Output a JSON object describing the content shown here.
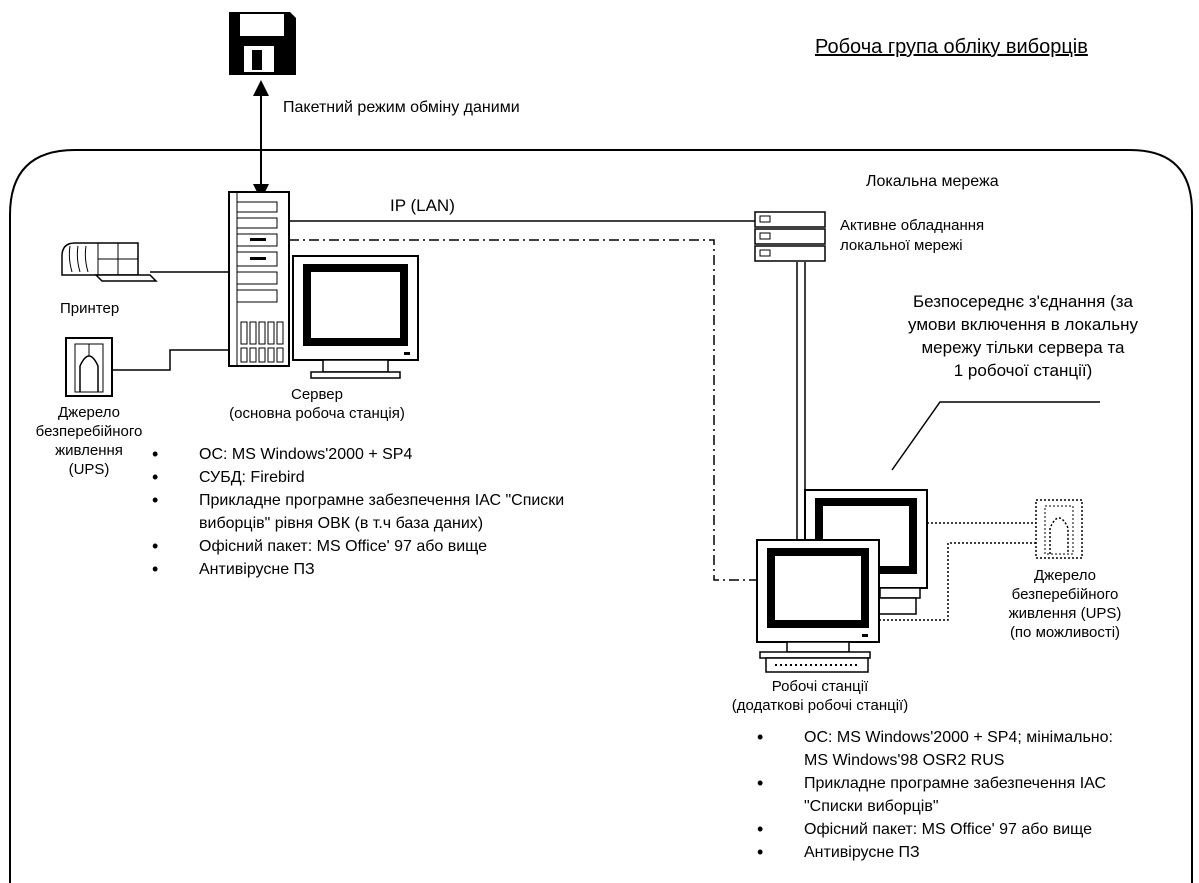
{
  "title": "Робоча група обліку виборців",
  "exchange_label": "Пакетний режим обміну даними",
  "lan_label": "Локальна мережа",
  "ip_label": "IP (LAN)",
  "active_equipment_lines": [
    "Активне обладнання",
    "локальної мережі"
  ],
  "direct_connection_lines": [
    "Безпосереднє з'єднання (за",
    "умови включення в локальну",
    "мережу тільки сервера та",
    "1 робочої станції)"
  ],
  "printer_label": "Принтер",
  "ups_left_lines": [
    "Джерело",
    "безперебійного",
    "живлення",
    "(UPS)"
  ],
  "server_lines": [
    "Сервер",
    "(основна робоча станція)"
  ],
  "server_specs": [
    [
      "ОС: MS Windows'2000 + SP4"
    ],
    [
      "СУБД: Firebird"
    ],
    [
      "Прикладне програмне забезпечення ІАС \"Списки",
      "виборців\" рівня ОВК (в т.ч база даних)"
    ],
    [
      "Офісний пакет: MS Office' 97 або вище"
    ],
    [
      "Антивірусне ПЗ"
    ]
  ],
  "ups_right_lines": [
    "Джерело",
    "безперебійного",
    "живлення (UPS)",
    "(по можливості)"
  ],
  "workstations_lines": [
    "Робочі станції",
    "(додаткові робочі станції)"
  ],
  "workstation_specs": [
    [
      "ОС: MS Windows'2000 + SP4; мінімально:",
      "MS Windows'98 OSR2 RUS"
    ],
    [
      "Прикладне програмне забезпечення ІАС",
      "\"Списки виборців\""
    ],
    [
      "Офісний пакет: MS Office' 97 або вище"
    ],
    [
      "Антивірусне ПЗ"
    ]
  ]
}
